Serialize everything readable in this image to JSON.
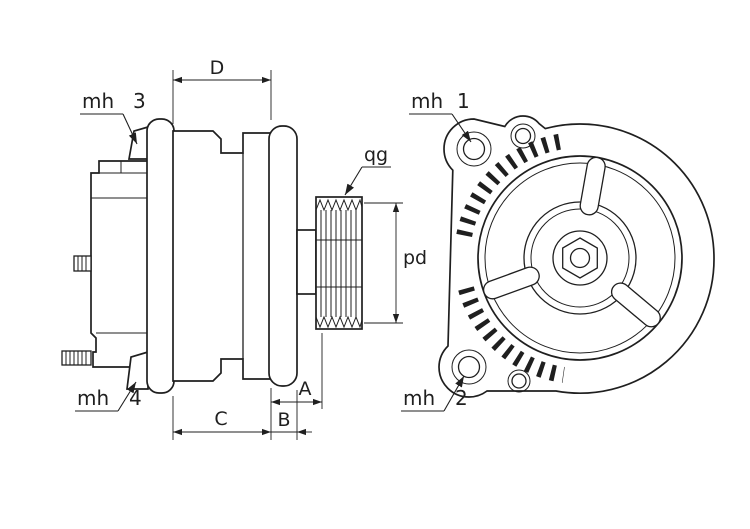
{
  "drawing": {
    "bg": "#ffffff",
    "ink": "#1f1f1f",
    "dimensions": {
      "d": "D",
      "a": "A",
      "b": "B",
      "c": "C",
      "pd": "pd",
      "qg": "qg"
    },
    "references": {
      "mh1": {
        "prefix": "mh",
        "num": "1"
      },
      "mh2": {
        "prefix": "mh",
        "num": "2"
      },
      "mh3": {
        "prefix": "mh",
        "num": "3"
      },
      "mh4": {
        "prefix": "mh",
        "num": "4"
      }
    }
  }
}
